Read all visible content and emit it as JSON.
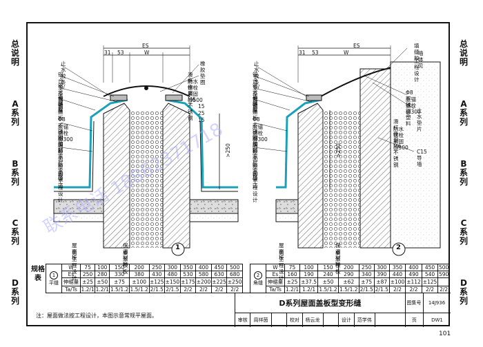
{
  "side_left": [
    "总说明",
    "A系列",
    "B系列",
    "C系列",
    "D系列"
  ],
  "side_right": [
    "总说明",
    "A系列",
    "B系列",
    "C系列",
    "D系列"
  ],
  "detail1": {
    "dims": [
      "31",
      "53",
      "ES",
      "W"
    ],
    "labels_left": [
      "止水胶条",
      "铝合金/不锈钢盖板",
      "铝合金基座",
      "填缝胶",
      "Φ8不锈钢塑料",
      "胀锚螺栓@300",
      "附加防水层",
      "同屋面防水层",
      "屋面做法",
      "按工程设计",
      "屋面板",
      "见工程设计"
    ],
    "labels_right": [
      "橡胶垫圈",
      "滑杆件用M6不锈钢",
      "防水螺栓紧固@500",
      "保温材料",
      "聚苯模板"
    ],
    "dim_vertical": [
      ">250",
      "15",
      "25",
      "15"
    ],
    "number": "1"
  },
  "detail2": {
    "dims": [
      "31",
      "53",
      "ES",
      "W"
    ],
    "labels_left": [
      "止水胶条",
      "铝合金/不锈钢盖板",
      "铝合金基座",
      "填缝胶",
      "Φ8不锈钢塑料",
      "胀锚螺栓@300",
      "附加防水层",
      "同屋面防水层",
      "屋面做法",
      "按工程设计",
      "屋面板",
      "见工程设计"
    ],
    "labels_right": [
      "填缝胶",
      "墙体见",
      "工程设计",
      "Φ8不锈钢塑料",
      "胀锚螺栓@300",
      "止水垫片",
      "滑杆件用M6不锈钢",
      "防水螺栓紧固@500",
      "C15导墙",
      "保温材料",
      "聚苯模板"
    ],
    "dim_vertical": [
      ">250"
    ],
    "number": "2"
  },
  "spec_table": {
    "title": "规格表",
    "t1": {
      "circle": "1",
      "type": "平缝",
      "rows": [
        {
          "h": "W",
          "v": [
            "75",
            "100",
            "150",
            "200",
            "250",
            "300",
            "350",
            "400",
            "450",
            "500"
          ]
        },
        {
          "h": "Es",
          "v": [
            "250",
            "280",
            "330",
            "380",
            "430",
            "480",
            "530",
            "580",
            "630",
            "680"
          ]
        },
        {
          "h": "伸缩量",
          "v": [
            "±25",
            "±50",
            "±75",
            "±100",
            "±125",
            "±150",
            "±175",
            "±200",
            "±225",
            "±250"
          ]
        },
        {
          "h": "Ta/Ts",
          "v": [
            "1.2/1",
            "1.2/1",
            "1.5/1.2",
            "1.5/1.2",
            "2/1.5",
            "2/1.5",
            "2/2",
            "2/2",
            "2/2",
            "2/2"
          ]
        }
      ]
    },
    "t2": {
      "circle": "2",
      "type": "角缝",
      "rows": [
        {
          "h": "W",
          "v": [
            "75",
            "100",
            "150",
            "200",
            "250",
            "300",
            "350",
            "400",
            "450",
            "500"
          ]
        },
        {
          "h": "Es",
          "v": [
            "160",
            "190",
            "240",
            "290",
            "340",
            "390",
            "440",
            "490",
            "540",
            "590"
          ]
        },
        {
          "h": "伸缩量",
          "v": [
            "±25",
            "±37.5",
            "±50",
            "±62",
            "±75",
            "±87",
            "±100",
            "±112",
            "±125",
            ""
          ]
        },
        {
          "h": "Ta/Ts",
          "v": [
            "1.2/1",
            "1.2/1",
            "1.5/1.2",
            "1.5/1.2",
            "2/1.5",
            "2/1.5",
            "2/2",
            "2/2",
            "2/2",
            "2/2"
          ]
        }
      ]
    }
  },
  "title_block": {
    "title": "D系列屋面盖板型变形缝",
    "atlas_label": "图集号",
    "atlas_no": "14J936",
    "review": "审核",
    "reviewer": "周祥茵",
    "check": "校对",
    "checker": "杨云龙",
    "design": "设计",
    "designer": "范学伟",
    "page_label": "页",
    "page_code": "DW1"
  },
  "note": "注：屋面做法按工程设计，本图示意常规平屋面。",
  "page_number": "101",
  "watermark": "联系电话 18862371718"
}
